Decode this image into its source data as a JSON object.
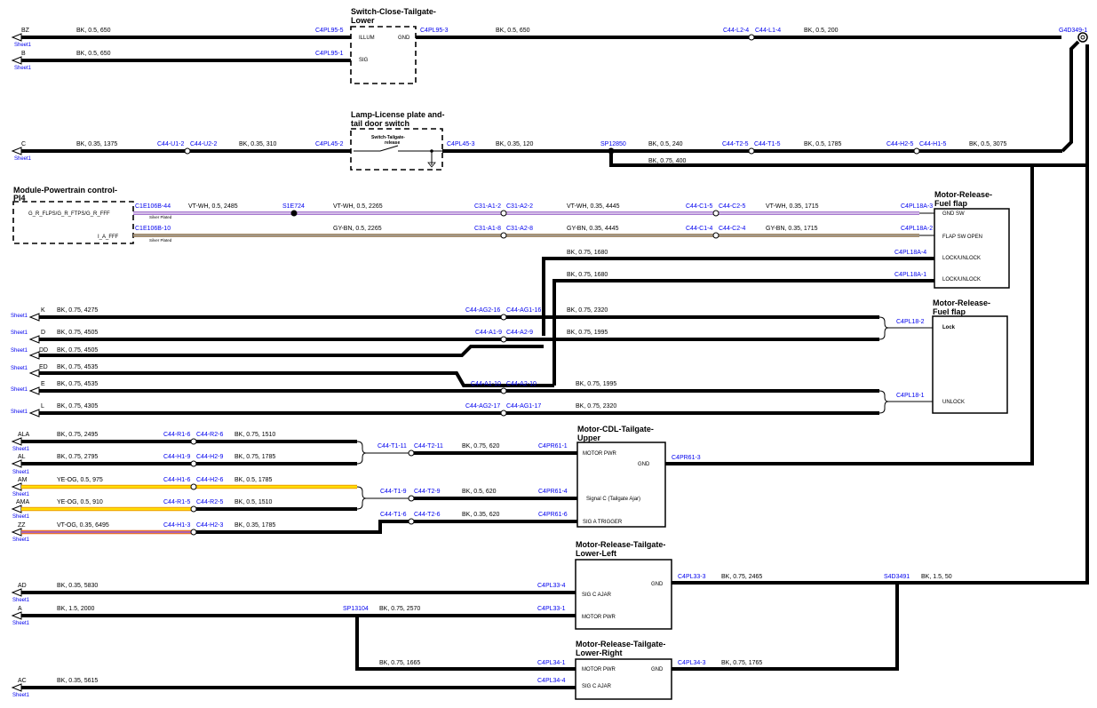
{
  "components": {
    "switch_close": {
      "title1": "Switch-Close-Tailgate-",
      "title2": "Lower",
      "pin_illum": "ILLUM",
      "pin_gnd": "GND",
      "pin_sig": "SIG"
    },
    "lamp_license": {
      "title1": "Lamp-License plate and-",
      "title2": "tail door switch",
      "inner1": "Switch-Tailgate-",
      "inner2": "release"
    },
    "module_pcm": {
      "title1": "Module-Powertrain control-",
      "title2": "PI4",
      "sig1": "G_R_FLPS/G_R_FTPS/G_R_FFF",
      "sig2": "I_A_FFF",
      "silver": "Silver Plated"
    },
    "motor_fuel1": {
      "title1": "Motor-Release-",
      "title2": "Fuel flap",
      "pin_gndsw": "GND SW",
      "pin_flap": "FLAP SW OPEN",
      "pin_lock": "LOCK/UNLOCK"
    },
    "motor_fuel2": {
      "title1": "Motor-Release-",
      "title2": "Fuel flap",
      "pin_lock": "Lock",
      "pin_unlock": "UNLOCK"
    },
    "motor_cdl": {
      "title1": "Motor-CDL-Tailgate-",
      "title2": "Upper",
      "pin_pwr": "MOTOR PWR",
      "pin_gnd": "GND",
      "pin_sigc": "Signal C (Tailgate Ajar)",
      "pin_trig": "SIG A TRIGGER"
    },
    "motor_left": {
      "title1": "Motor-Release-Tailgate-",
      "title2": "Lower-Left",
      "pin_gnd": "GND",
      "pin_sigc": "SIG C AJAR",
      "pin_pwr": "MOTOR PWR"
    },
    "motor_right": {
      "title1": "Motor-Release-Tailgate-",
      "title2": "Lower-Right",
      "pin_pwr": "MOTOR PWR",
      "pin_gnd": "GND",
      "pin_sigc": "SIG C AJAR"
    }
  },
  "sheet": "Sheet1",
  "row1": {
    "ref": "BZ",
    "w1": "BK,  0.5,  650",
    "c1": "C4PL95-5",
    "c2": "C4PL95-3",
    "w2": "BK,  0.5,  650",
    "c3": "C44-L2-4",
    "c4": "C44-L1-4",
    "w3": "BK,  0.5,  200",
    "gnd": "G4D349-1"
  },
  "row2": {
    "ref": "B",
    "w1": "BK,  0.5,  650",
    "c1": "C4PL95-1"
  },
  "row3": {
    "ref": "C",
    "w1": "BK,  0.35,  1375",
    "c1": "C44-U1-2",
    "c2": "C44-U2-2",
    "w2": "BK,  0.35,  310",
    "c3": "C4PL45-2",
    "c4": "C4PL45-3",
    "w3": "BK,  0.35,  120",
    "sp": "SP12850",
    "w4": "BK,  0.5,  240",
    "c5": "C44-T2-5",
    "c6": "C44-T1-5",
    "w5": "BK,  0.5,  1785",
    "c7": "C44-H2-5",
    "c8": "C44-H1-5",
    "w6": "BK,  0.5,  3075",
    "w7": "BK,  0.75,  400"
  },
  "vt": {
    "c1": "C1E106B-44",
    "w1": "VT-WH,  0.5,  2485",
    "splice": "S1E724",
    "w2": "VT-WH,  0.5,  2265",
    "c2": "C31-A1-2",
    "c3": "C31-A2-2",
    "w3": "VT-WH,  0.35,  4445",
    "c4": "C44-C1-5",
    "c5": "C44-C2-5",
    "w4": "VT-WH,  0.35,  1715",
    "c6": "C4PL18A-3"
  },
  "gy": {
    "c1": "C1E106B-10",
    "w2": "GY-BN,  0.5,  2265",
    "c2": "C31-A1-8",
    "c3": "C31-A2-8",
    "w3": "GY-BN,  0.35,  4445",
    "c4": "C44-C1-4",
    "c5": "C44-C2-4",
    "w4": "GY-BN,  0.35,  1715",
    "c6": "C4PL18A-2"
  },
  "lock1": {
    "w": "BK,  0.75,  1680",
    "c": "C4PL18A-4"
  },
  "lock2": {
    "w": "BK,  0.75,  1680",
    "c": "C4PL18A-1"
  },
  "rowK": {
    "ref": "K",
    "w1": "BK,  0.75,  4275",
    "c1": "C44-AG2-16",
    "c2": "C44-AG1-16",
    "w2": "BK,  0.75,  2320"
  },
  "rowD": {
    "ref": "D",
    "w1": "BK,  0.75,  4505",
    "c1": "C44-A1-9",
    "c2": "C44-A2-9",
    "w2": "BK,  0.75,  1995"
  },
  "rowDD": {
    "ref": "DD",
    "w1": "BK,  0.75,  4505"
  },
  "rowED": {
    "ref": "ED",
    "w1": "BK,  0.75,  4535"
  },
  "rowE": {
    "ref": "E",
    "w1": "BK,  0.75,  4535",
    "c1": "C44-A1-10",
    "c2": "C44-A2-10",
    "w2": "BK,  0.75,  1995"
  },
  "rowL": {
    "ref": "L",
    "w1": "BK,  0.75,  4305",
    "c1": "C44-AG2-17",
    "c2": "C44-AG1-17",
    "w2": "BK,  0.75,  2320"
  },
  "fuel2_c1": "C4PL18-2",
  "fuel2_c2": "C4PL18-1",
  "rowALA": {
    "ref": "ALA",
    "w1": "BK,  0.75,  2495",
    "c1": "C44-R1-6",
    "c2": "C44-R2-6",
    "w2": "BK,  0.75,  1510"
  },
  "rowAL": {
    "ref": "AL",
    "w1": "BK,  0.75,  2795",
    "c1": "C44-H1-9",
    "c2": "C44-H2-9",
    "w2": "BK,  0.75,  1785"
  },
  "cdlPwr": {
    "c1": "C44-T1-11",
    "c2": "C44-T2-11",
    "w": "BK,  0.75,  620",
    "c3": "C4PR61-1"
  },
  "cdlGnd": "C4PR61-3",
  "rowAM": {
    "ref": "AM",
    "w1": "YE-OG,  0.5,  975",
    "c1": "C44-H1-6",
    "c2": "C44-H2-6",
    "w2": "BK,  0.5,  1785"
  },
  "rowAMA": {
    "ref": "AMA",
    "w1": "YE-OG,  0.5,  910",
    "c1": "C44-R1-5",
    "c2": "C44-R2-5",
    "w2": "BK,  0.5,  1510"
  },
  "cdlSig": {
    "c1": "C44-T1-9",
    "c2": "C44-T2-9",
    "w": "BK,  0.5,  620",
    "c3": "C4PR61-4"
  },
  "rowZZ": {
    "ref": "ZZ",
    "w1": "VT-OG,  0.35,  6495",
    "c1": "C44-H1-3",
    "c2": "C44-H2-3",
    "w2": "BK,  0.35,  1785"
  },
  "cdlTrig": {
    "c1": "C44-T1-6",
    "c2": "C44-T2-6",
    "w": "BK,  0.35,  620",
    "c3": "C4PR61-6"
  },
  "rowAD": {
    "ref": "AD",
    "w1": "BK,  0.35,  5830",
    "c1": "C4PL33-4"
  },
  "rowA": {
    "ref": "A",
    "w1": "BK,  1.5,  2000",
    "sp": "SP13104",
    "w2": "BK,  0.75,  2570",
    "c1": "C4PL33-1"
  },
  "leftGnd": {
    "c": "C4PL33-3",
    "w": "BK,  0.75,  2465",
    "sp": "S4D3491",
    "w2": "BK,  1.5,  50"
  },
  "rightPwr": {
    "w": "BK,  0.75,  1665",
    "c": "C4PL34-1"
  },
  "rightGnd": {
    "c": "C4PL34-3",
    "w": "BK,  0.75,  1765"
  },
  "rowAC": {
    "ref": "AC",
    "w1": "BK,  0.35,  5615",
    "c1": "C4PL34-4"
  }
}
